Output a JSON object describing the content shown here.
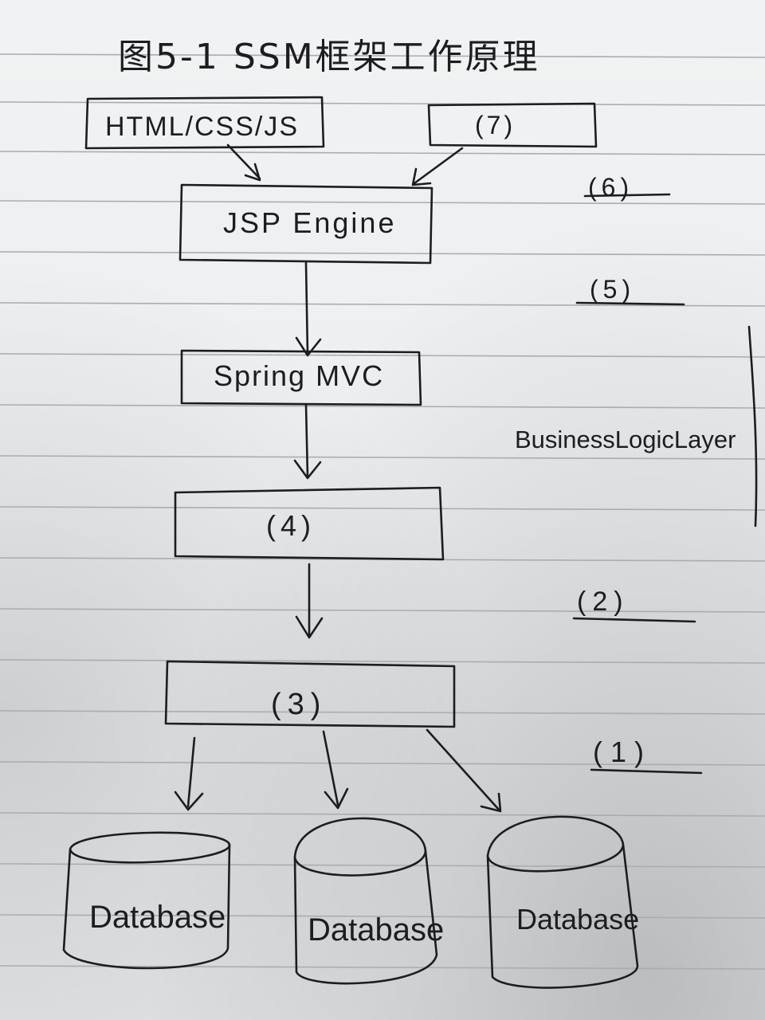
{
  "title": "图5-1  SSM框架工作原理",
  "top_left_box": "HTML/CSS/JS",
  "top_right_box": "(7)",
  "jsp_box": "JSP  Engine",
  "spring_box": "Spring MVC",
  "box4": "(4)",
  "box3": "(3)",
  "databases": [
    "Database",
    "Database",
    "Database"
  ],
  "side_labels": {
    "label6": "(6)",
    "label5": "(5)",
    "business_layer": "BusinessLogicLayer",
    "label2": "(2)",
    "label1": "(1)"
  }
}
